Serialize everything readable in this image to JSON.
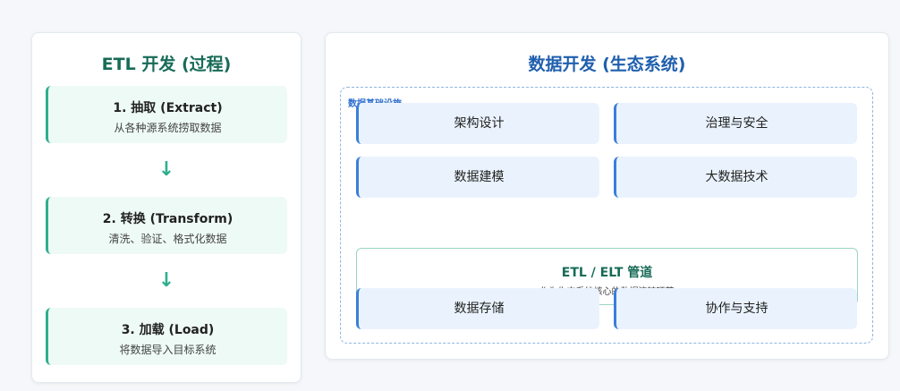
{
  "etl": {
    "title": "ETL 开发 (过程)",
    "arrow": "↓",
    "steps": [
      {
        "title": "1. 抽取 (Extract)",
        "desc": "从各种源系统捞取数据"
      },
      {
        "title": "2. 转换 (Transform)",
        "desc": "清洗、验证、格式化数据"
      },
      {
        "title": "3. 加载 (Load)",
        "desc": "将数据导入目标系统"
      }
    ]
  },
  "dev": {
    "title": "数据开发 (生态系统)",
    "infra_label": "数据基础设施",
    "tiles": [
      "架构设计",
      "治理与安全",
      "数据建模",
      "大数据技术",
      "数据存储",
      "协作与支持"
    ],
    "pipeline": {
      "title": "ETL / ELT 管道",
      "desc": "作为生态系统核心的数据流转环节"
    }
  },
  "colors": {
    "etl_accent": "#2fae8f",
    "etl_title": "#176b57",
    "dev_accent": "#3b7fd8",
    "dev_title": "#1f5fae"
  }
}
